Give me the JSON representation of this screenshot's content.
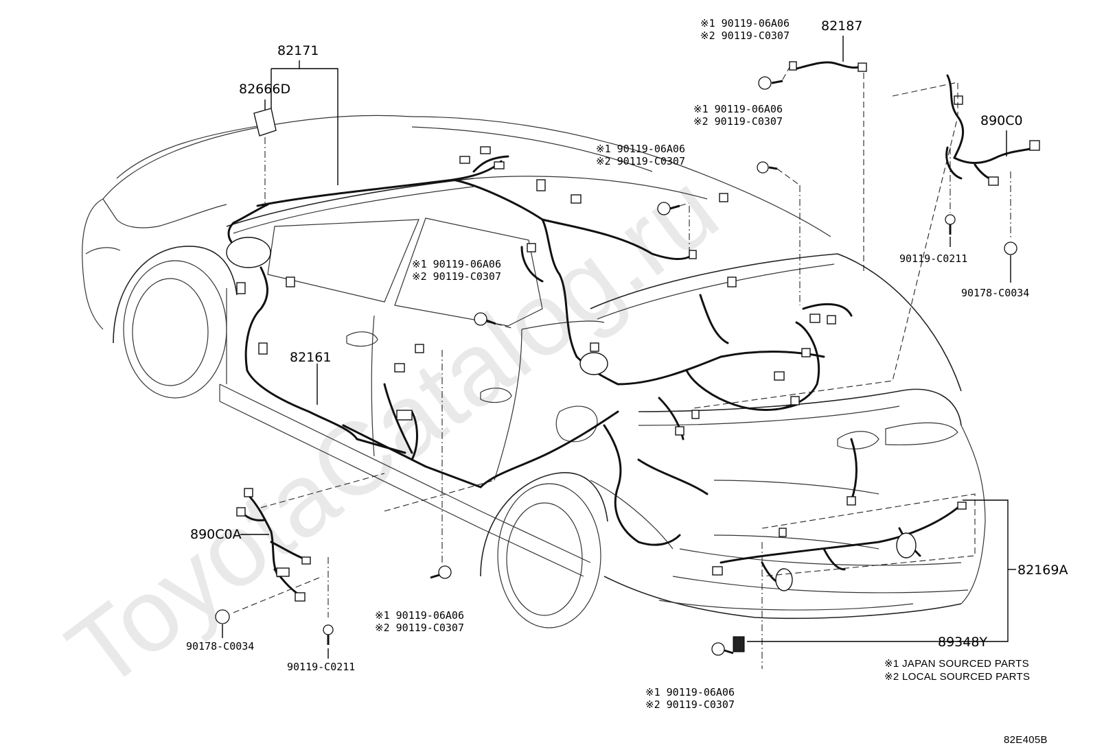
{
  "diagram": {
    "watermark": "ToyotaCatalog.ru",
    "parts": {
      "p82171": "82171",
      "p82666D": "82666D",
      "p82161": "82161",
      "p82187": "82187",
      "p890C0": "890C0",
      "p890C0A": "890C0A",
      "p82169A": "82169A",
      "p89348Y": "89348Y",
      "p90119_C0211_right": "90119-C0211",
      "p90178_C0034_right": "90178-C0034",
      "p90178_C0034_left": "90178-C0034",
      "p90119_C0211_left": "90119-C0211"
    },
    "bolt_pairs": {
      "top": {
        "j": "※1 90119-06A06",
        "l": "※2 90119-C0307"
      },
      "upper_mid": {
        "j": "※1 90119-06A06",
        "l": "※2 90119-C0307"
      },
      "roof_mid": {
        "j": "※1 90119-06A06",
        "l": "※2 90119-C0307"
      },
      "center": {
        "j": "※1 90119-06A06",
        "l": "※2 90119-C0307"
      },
      "bottom_center": {
        "j": "※1 90119-06A06",
        "l": "※2 90119-C0307"
      },
      "bottom_right": {
        "j": "※1 90119-06A06",
        "l": "※2 90119-C0307"
      }
    },
    "legend": {
      "japan": "※1 JAPAN SOURCED PARTS",
      "local": "※2 LOCAL SOURCED PARTS"
    },
    "code": "82E405B"
  }
}
